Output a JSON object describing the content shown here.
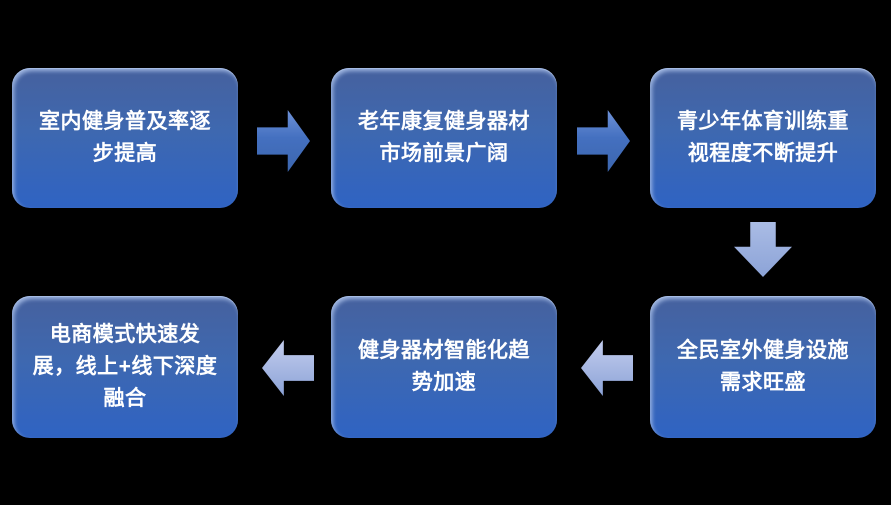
{
  "page": {
    "background": "#000000"
  },
  "flowchart": {
    "type": "process-flow",
    "boxes": [
      {
        "label": "室内健身普及率逐步提高",
        "position": "top-left"
      },
      {
        "label": "老年康复健身器材市场前景广阔",
        "position": "top-middle"
      },
      {
        "label": "青少年体育训练重视程度不断提升",
        "position": "top-right"
      },
      {
        "label": "全民室外健身设施需求旺盛",
        "position": "bottom-right"
      },
      {
        "label": "健身器材智能化趋势加速",
        "position": "bottom-middle"
      },
      {
        "label": "电商模式快速发展，线上+线下深度融合",
        "position": "bottom-left"
      }
    ],
    "arrows": [
      {
        "direction": "right",
        "from": 0,
        "to": 1
      },
      {
        "direction": "right",
        "from": 1,
        "to": 2
      },
      {
        "direction": "down",
        "from": 2,
        "to": 3
      },
      {
        "direction": "left",
        "from": 3,
        "to": 4
      },
      {
        "direction": "left",
        "from": 4,
        "to": 5
      }
    ],
    "colors": {
      "background": "#000000",
      "box_gradient_top": "#46619e",
      "box_gradient_mid": "#3e68b0",
      "box_gradient_bottom": "#2f63c3",
      "box_highlight_edge": "#7b97cf",
      "text": "#ffffff",
      "arrow_dark_top": "#6e92d8",
      "arrow_dark_bottom": "#3c66ae",
      "arrow_light_top": "#aabce5",
      "arrow_light_bottom": "#8ca3d7"
    }
  }
}
